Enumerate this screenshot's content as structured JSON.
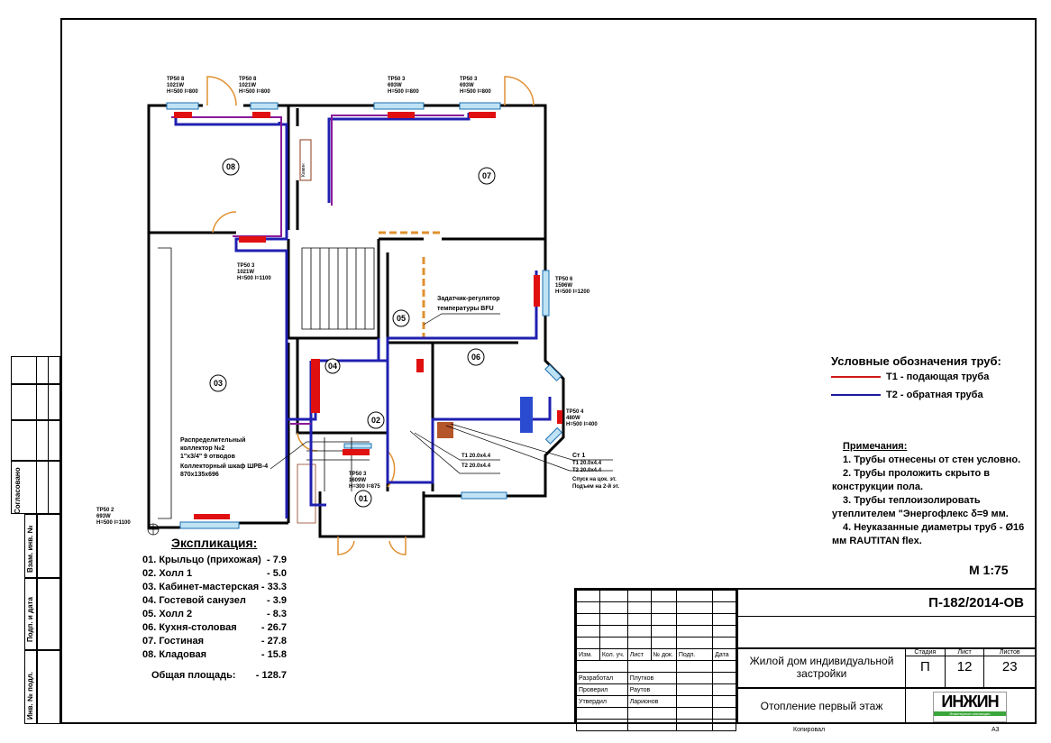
{
  "plan": {
    "rooms": [
      {
        "num": "08"
      },
      {
        "num": "07"
      },
      {
        "num": "03"
      },
      {
        "num": "05"
      },
      {
        "num": "04"
      },
      {
        "num": "06"
      },
      {
        "num": "02"
      },
      {
        "num": "01"
      }
    ],
    "radiators": [
      {
        "name": "ТР50 8",
        "power": "1021W",
        "size": "H=500 l=800"
      },
      {
        "name": "ТР50 8",
        "power": "1021W",
        "size": "H=500 l=800"
      },
      {
        "name": "ТР50 3",
        "power": "693W",
        "size": "H=500 l=800"
      },
      {
        "name": "ТР50 3",
        "power": "693W",
        "size": "H=500 l=800"
      },
      {
        "name": "ТР50 3",
        "power": "1021W",
        "size": "H=500 l=1100"
      },
      {
        "name": "ТР50 6",
        "power": "1596W",
        "size": "H=500 l=1200"
      },
      {
        "name": "ТР50 4",
        "power": "480W",
        "size": "H=500 l=400"
      },
      {
        "name": "ТР50 3",
        "power": "1609W",
        "size": "H=300 l=875"
      },
      {
        "name": "ТР50 2",
        "power": "693W",
        "size": "H=500 l=1100"
      }
    ],
    "regulator_label": [
      "Задатчик-регулятор",
      "температуры BFU"
    ],
    "collector_label": [
      "Распределительный",
      "коллектор №2",
      "1\"x3/4\" 9 отводов",
      "Коллекторный шкаф ШРВ-4",
      "870x135x696"
    ],
    "riser": "Ст 1",
    "pipe_labels_inner": [
      "Т1 20.0x4.4",
      "Т2 20.0x4.4"
    ],
    "pipe_labels_riser": [
      "Т1 20.0x4.4",
      "Т2 20.0x4.4"
    ],
    "riser_notes": [
      "Спуск на цок. эт.",
      "Подъем на 2-й эт."
    ],
    "stove_label": "Камин",
    "scale": "М 1:75"
  },
  "legend": {
    "title": "Условные обозначения  труб:",
    "items": [
      {
        "label": "Т1 - подающая труба",
        "color": "#d01818"
      },
      {
        "label": "Т2 - обратная труба",
        "color": "#1a1aa0"
      }
    ]
  },
  "notes": {
    "title": "Примечания:",
    "items": [
      "1. Трубы отнесены от стен условно.",
      "2. Трубы проложить скрыто в",
      "конструкции пола.",
      "3. Трубы теплоизолировать",
      "утеплителем \"Энергофлекс δ=9 мм.",
      "4. Неуказанные диаметры труб - Ø16",
      "мм RAUTITAN flex."
    ]
  },
  "explication": {
    "title": "Экспликация:",
    "items": [
      {
        "name": "01. Крыльцо (прихожая)",
        "area": "- 7.9"
      },
      {
        "name": "02. Холл 1",
        "area": "- 5.0"
      },
      {
        "name": "03. Кабинет-мастерская",
        "area": "- 33.3"
      },
      {
        "name": "04. Гостевой санузел",
        "area": "- 3.9"
      },
      {
        "name": "05. Холл 2",
        "area": "- 8.3"
      },
      {
        "name": "06. Кухня-столовая",
        "area": "- 26.7"
      },
      {
        "name": "07. Гостиная",
        "area": "- 27.8"
      },
      {
        "name": "08. Кладовая",
        "area": "- 15.8"
      }
    ],
    "total_label": "Общая площадь:",
    "total": "- 128.7"
  },
  "title_block": {
    "code": "П-182/2014-ОВ",
    "columns": [
      "Изм.",
      "Кол. уч.",
      "Лист",
      "№ док.",
      "Подп.",
      "Дата"
    ],
    "roles": [
      {
        "role": "Разработал",
        "name": "Плутков"
      },
      {
        "role": "Проверил",
        "name": "Раутов"
      },
      {
        "role": "Утвердил",
        "name": "Ларионов"
      }
    ],
    "object": "Жилой дом индивидуальной застройки",
    "sheet_title": "Отопление первый этаж",
    "stage_label": "Стадия",
    "stage": "П",
    "sheet_label": "Лист",
    "sheet": "12",
    "sheets_label": "Листов",
    "sheets": "23",
    "logo": "ИНЖИН",
    "logo_sub": "Инженерные инновации",
    "copied": "Копировал",
    "format": "А3"
  },
  "side_stamp": {
    "agreed": "Согласовано",
    "fields": [
      "Взам. инв. №",
      "Подп. и дата",
      "Инв. № подл."
    ]
  }
}
